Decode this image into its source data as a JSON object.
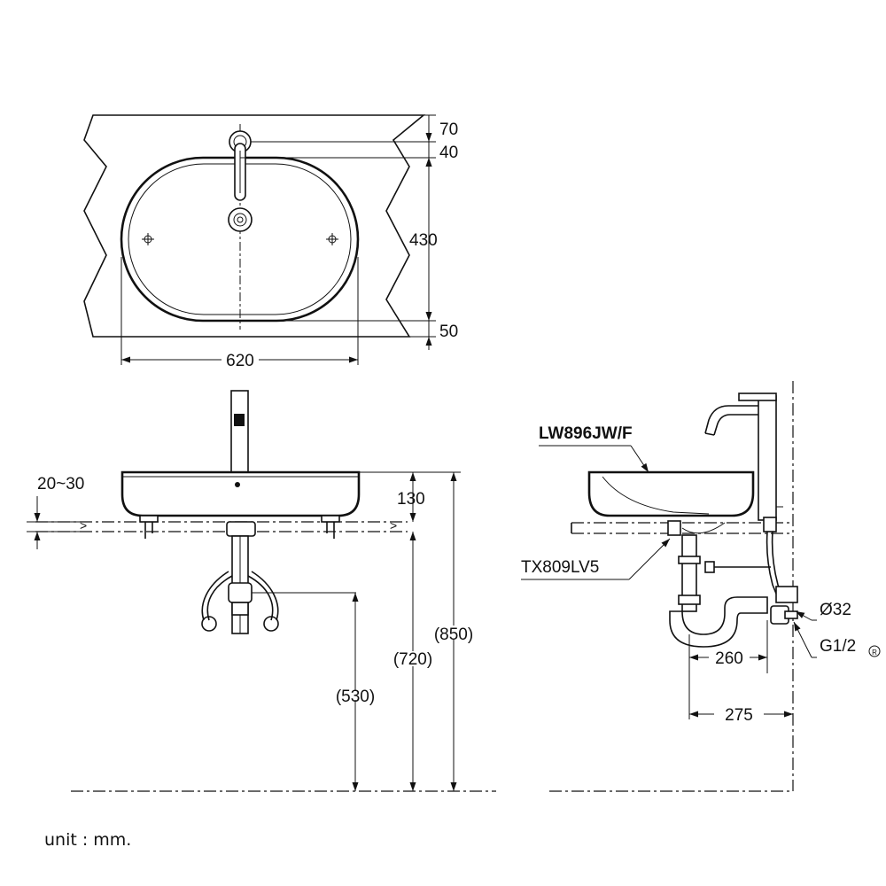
{
  "top_view": {
    "dim_faucet_offset": "70",
    "dim_faucet_hole": "40",
    "dim_bowl_depth": "430",
    "dim_front_margin": "50",
    "dim_width": "620"
  },
  "front_view": {
    "dim_counter_thickness": "20~30",
    "dim_basin_height": "130",
    "dim_total_height": "(850)",
    "dim_counter_height": "(720)",
    "dim_supply_height": "(530)"
  },
  "side_view": {
    "label_basin": "LW896JW/F",
    "label_waste": "TX809LV5",
    "dim_drain_dia": "Ø32",
    "dim_supply_thread": "G1/2",
    "dim_trap_offset": "260",
    "dim_wall_offset": "275"
  },
  "footer": {
    "unit_note": "unit : mm."
  }
}
